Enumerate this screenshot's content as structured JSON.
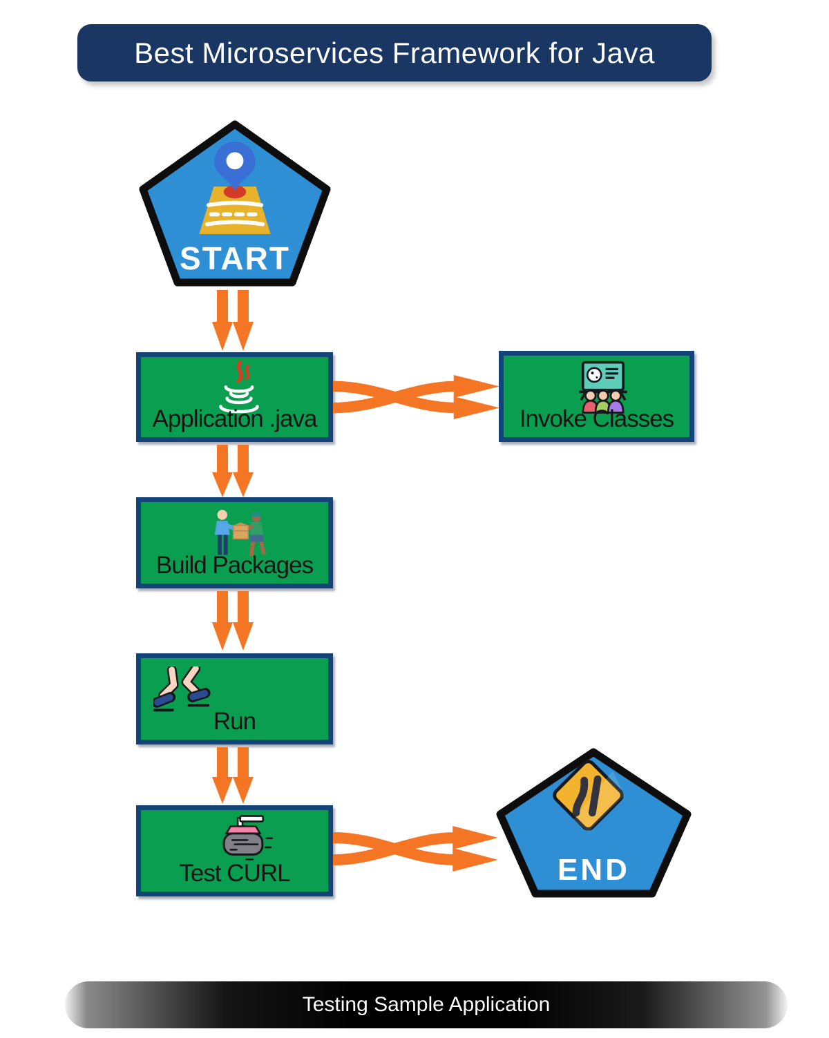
{
  "header": {
    "title": "Best Microservices Framework for Java"
  },
  "footer": {
    "title": "Testing Sample Application"
  },
  "nodes": {
    "start": {
      "label": "START",
      "icon": "map-location-icon",
      "shape": "pentagon"
    },
    "application": {
      "label": "Application .java",
      "icon": "java-cup-icon",
      "shape": "rect"
    },
    "invoke_classes": {
      "label": "Invoke Classes",
      "icon": "classroom-icon",
      "shape": "rect"
    },
    "build_packages": {
      "label": "Build Packages",
      "icon": "package-handoff-icon",
      "shape": "rect"
    },
    "run": {
      "label": "Run",
      "icon": "running-legs-icon",
      "shape": "rect"
    },
    "test_curl": {
      "label": "Test CURL",
      "icon": "curling-stone-icon",
      "shape": "rect"
    },
    "end": {
      "label": "END",
      "icon": "merge-road-sign-icon",
      "shape": "pentagon"
    }
  },
  "edges": [
    {
      "from": "start",
      "to": "application",
      "style": "double-arrow-down"
    },
    {
      "from": "application",
      "to": "invoke_classes",
      "style": "double-arrow-right-crossed"
    },
    {
      "from": "application",
      "to": "build_packages",
      "style": "double-arrow-down"
    },
    {
      "from": "build_packages",
      "to": "run",
      "style": "double-arrow-down"
    },
    {
      "from": "run",
      "to": "test_curl",
      "style": "double-arrow-down"
    },
    {
      "from": "test_curl",
      "to": "end",
      "style": "double-arrow-right-crossed"
    }
  ],
  "colors": {
    "header_navy": "#1a3763",
    "box_green": "#0a9e50",
    "box_border_navy": "#134478",
    "pentagon_blue": "#2f8fd4",
    "pentagon_border": "#0d0d0d",
    "arrow_orange": "#f47523",
    "label_black": "#151515",
    "banner_text": "#ffffff"
  }
}
